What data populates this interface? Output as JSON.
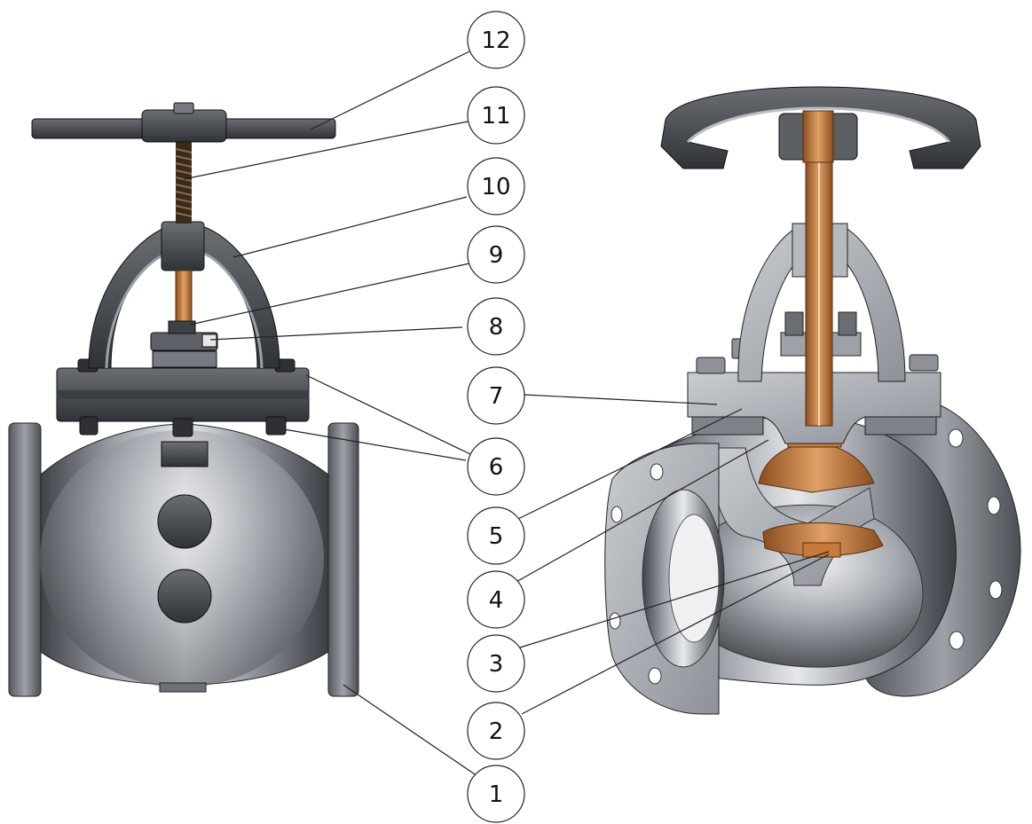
{
  "callouts": [
    {
      "id": "12",
      "label": "12"
    },
    {
      "id": "11",
      "label": "11"
    },
    {
      "id": "10",
      "label": "10"
    },
    {
      "id": "9",
      "label": "9"
    },
    {
      "id": "8",
      "label": "8"
    },
    {
      "id": "7",
      "label": "7"
    },
    {
      "id": "6",
      "label": "6"
    },
    {
      "id": "5",
      "label": "5"
    },
    {
      "id": "4",
      "label": "4"
    },
    {
      "id": "3",
      "label": "3"
    },
    {
      "id": "2",
      "label": "2"
    },
    {
      "id": "1",
      "label": "1"
    }
  ],
  "colors": {
    "metal_dark": "#4a4d52",
    "metal_mid": "#8a8e95",
    "metal_light": "#d9dce0",
    "bronze": "#c97a3c",
    "bronze_dark": "#8a4d1f"
  }
}
